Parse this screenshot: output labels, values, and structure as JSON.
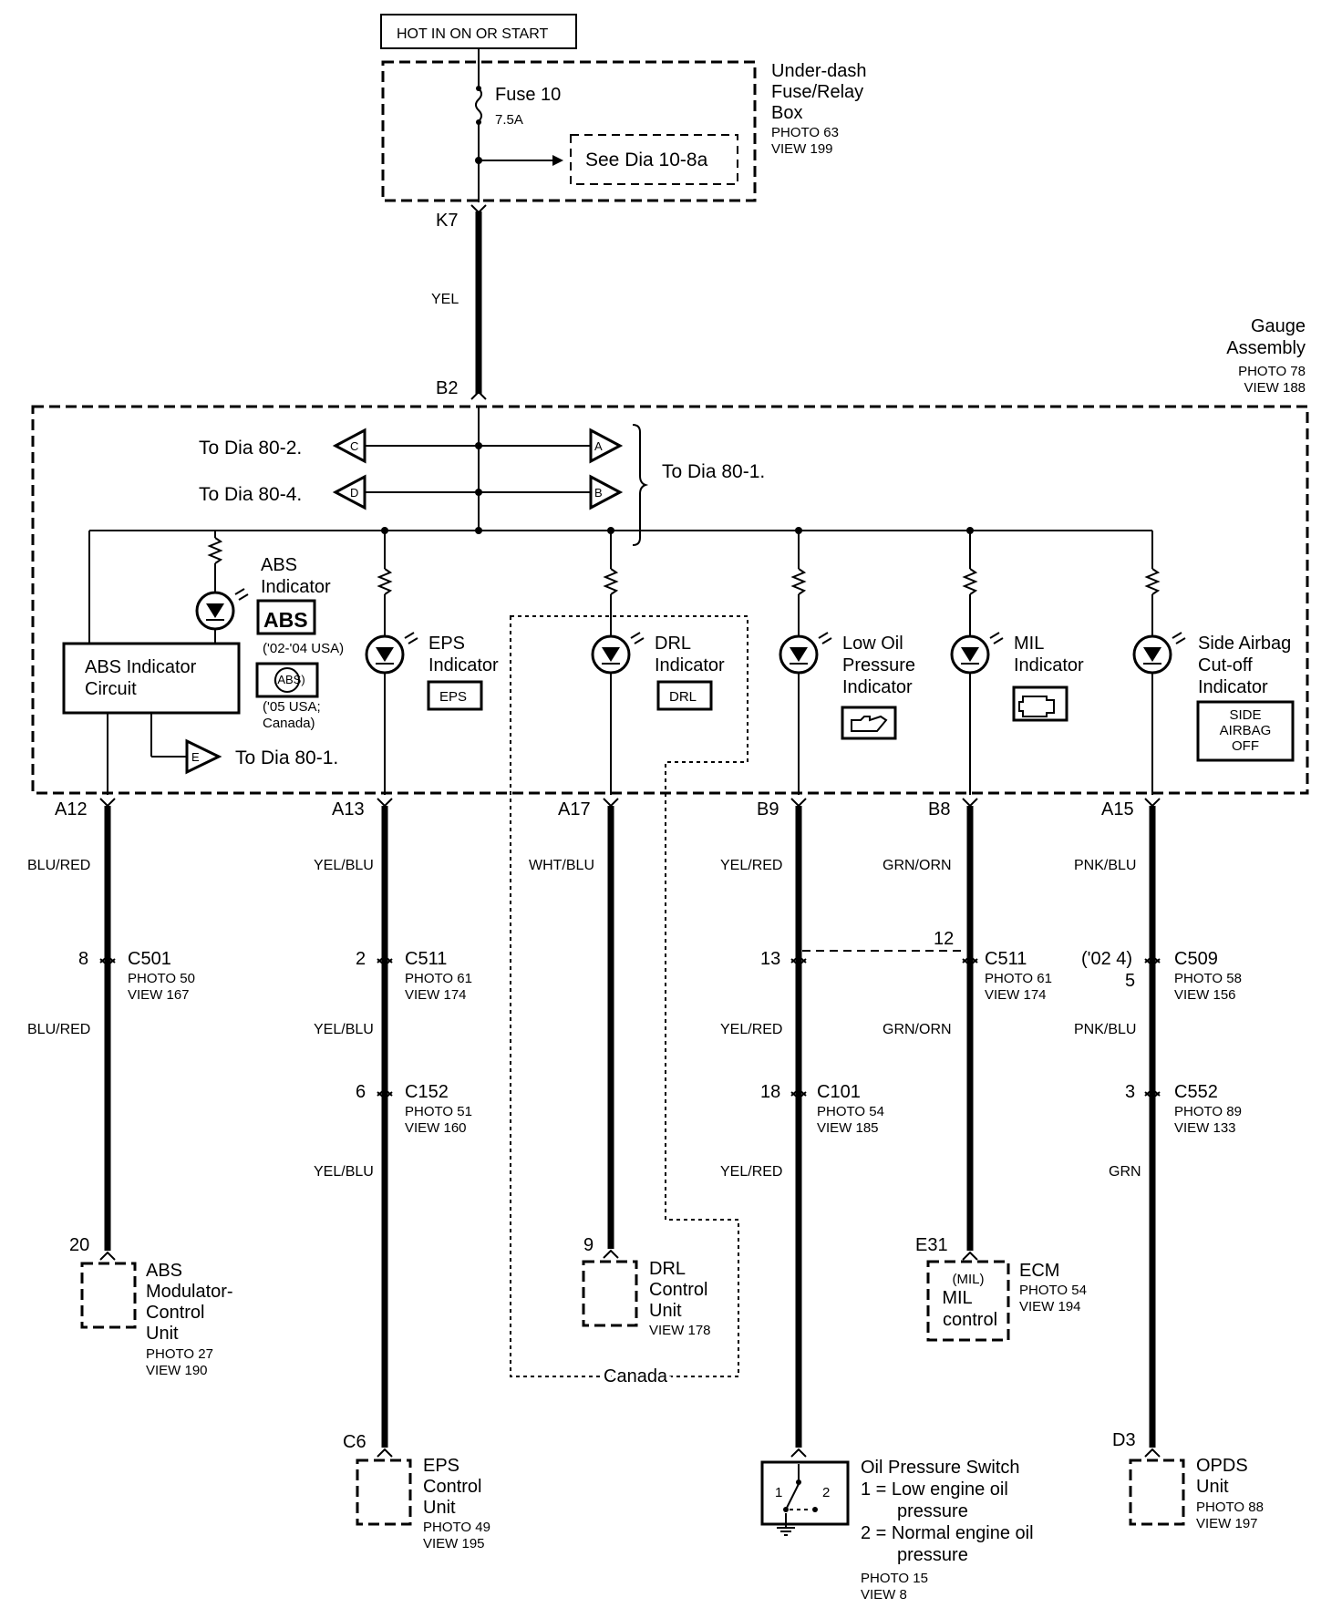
{
  "top": {
    "hot_label": "HOT IN ON OR START",
    "fuse_label": "Fuse 10",
    "fuse_rating": "7.5A",
    "see_dia": "See Dia 10-8a",
    "box_title": [
      "Under-dash",
      "Fuse/Relay",
      "Box"
    ],
    "box_photo": "PHOTO 63",
    "box_view": "VIEW 199",
    "k7": "K7",
    "yel": "YEL",
    "b2": "B2"
  },
  "gauge": {
    "title": [
      "Gauge",
      "Assembly"
    ],
    "photo": "PHOTO 78",
    "view": "VIEW 188",
    "to_dia_80_2": "To Dia 80-2.",
    "to_dia_80_4": "To Dia 80-4.",
    "to_dia_80_1": "To Dia 80-1.",
    "to_dia_80_1_e": "To Dia 80-1.",
    "letter_c": "C",
    "letter_d": "D",
    "letter_a": "A",
    "letter_b": "B",
    "letter_e": "E",
    "abs_circuit": [
      "ABS Indicator",
      "Circuit"
    ],
    "abs_indicator": [
      "ABS",
      "Indicator"
    ],
    "abs_badge": "ABS",
    "abs_note1": "('02-'04 USA)",
    "abs_round": "(ABS)",
    "abs_note2": [
      "('05 USA;",
      "Canada)"
    ],
    "eps_indicator": [
      "EPS",
      "Indicator"
    ],
    "eps_badge": "EPS",
    "drl_indicator": [
      "DRL",
      "Indicator"
    ],
    "drl_badge": "DRL",
    "oil_indicator": [
      "Low Oil",
      "Pressure",
      "Indicator"
    ],
    "mil_indicator": [
      "MIL",
      "Indicator"
    ],
    "airbag_indicator": [
      "Side Airbag",
      "Cut-off",
      "Indicator"
    ],
    "airbag_badge": [
      "SIDE",
      "AIRBAG",
      "OFF"
    ]
  },
  "columns": [
    {
      "pin": "A12",
      "color1": "BLU/RED",
      "conn_pin": "8",
      "conn": "C501",
      "photo": "PHOTO 50",
      "view": "VIEW 167",
      "color2": "BLU/RED"
    },
    {
      "pin": "A13",
      "color1": "YEL/BLU",
      "conn_pin": "2",
      "conn": "C511",
      "photo": "PHOTO 61",
      "view": "VIEW 174",
      "color2": "YEL/BLU",
      "conn2_pin": "6",
      "conn2": "C152",
      "photo2": "PHOTO 51",
      "view2": "VIEW 160",
      "color3": "YEL/BLU"
    },
    {
      "pin": "A17",
      "color1": "WHT/BLU"
    },
    {
      "pin": "B9",
      "color1": "YEL/RED",
      "conn_pin": "13",
      "color2": "YEL/RED",
      "conn2_pin": "18",
      "conn2": "C101",
      "photo2": "PHOTO 54",
      "view2": "VIEW 185",
      "color3": "YEL/RED"
    },
    {
      "pin": "B8",
      "color1": "GRN/ORN",
      "conn_pin": "12",
      "conn": "C511",
      "photo": "PHOTO 61",
      "view": "VIEW 174",
      "color2": "GRN/ORN"
    },
    {
      "pin": "A15",
      "color1": "PNK/BLU",
      "conn_pin_a": "('02 4)",
      "conn_pin": "5",
      "conn": "C509",
      "photo": "PHOTO 58",
      "view": "VIEW 156",
      "color2": "PNK/BLU",
      "conn2_pin": "3",
      "conn2": "C552",
      "photo2": "PHOTO 89",
      "view2": "VIEW 133",
      "color3": "GRN"
    }
  ],
  "units": {
    "abs": {
      "pin": "20",
      "name": [
        "ABS",
        "Modulator-",
        "Control",
        "Unit"
      ],
      "photo": "PHOTO 27",
      "view": "VIEW 190"
    },
    "drl": {
      "pin": "9",
      "name": [
        "DRL",
        "Control",
        "Unit"
      ],
      "view": "VIEW 178",
      "region": "Canada"
    },
    "ecm": {
      "pin": "E31",
      "name": "ECM",
      "photo": "PHOTO 54",
      "view": "VIEW 194",
      "inner": [
        "(MIL)",
        "MIL",
        "control"
      ]
    },
    "eps": {
      "pin": "C6",
      "name": [
        "EPS",
        "Control",
        "Unit"
      ],
      "photo": "PHOTO 49",
      "view": "VIEW 195"
    },
    "oil": {
      "name": "Oil Pressure Switch",
      "line1": "1 = Low engine oil",
      "line1b": "pressure",
      "line2": "2 = Normal engine oil",
      "line2b": "pressure",
      "photo": "PHOTO 15",
      "view": "VIEW 8",
      "p1": "1",
      "p2": "2"
    },
    "opds": {
      "pin": "D3",
      "name": [
        "OPDS",
        "Unit"
      ],
      "photo": "PHOTO 88",
      "view": "VIEW 197"
    }
  }
}
